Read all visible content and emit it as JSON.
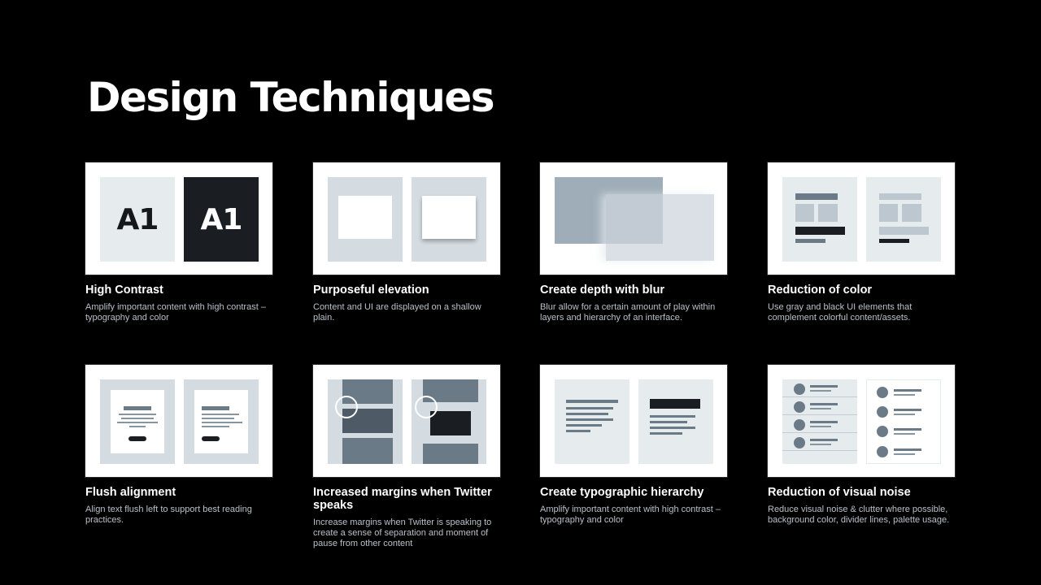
{
  "title": "Design Techniques",
  "illustrations": {
    "a1_text": "A1"
  },
  "cards": [
    {
      "title": "High Contrast",
      "desc": "Amplify important content with high contrast – typography and color"
    },
    {
      "title": "Purposeful elevation",
      "desc": "Content and UI are displayed on a shallow plain."
    },
    {
      "title": "Create depth with blur",
      "desc": "Blur allow for a certain amount of play within layers and hierarchy of an interface."
    },
    {
      "title": "Reduction of color",
      "desc": "Use gray and black UI elements that complement colorful content/assets."
    },
    {
      "title": "Flush alignment",
      "desc": "Align text flush left to support best reading practices."
    },
    {
      "title": "Increased margins when Twitter speaks",
      "desc": "Increase margins when Twitter is speaking to create a sense of separation and moment of pause from other content"
    },
    {
      "title": "Create typographic hierarchy",
      "desc": "Amplify important content with high contrast – typography and color"
    },
    {
      "title": "Reduction of visual noise",
      "desc": "Reduce visual noise & clutter where possible, background color, divider lines, palette usage."
    }
  ],
  "colors": {
    "background": "#000000",
    "panel_light": "#e6ebee",
    "panel_gray": "#d4dce2",
    "slate": "#6b7a87",
    "dark": "#1a1d21"
  }
}
